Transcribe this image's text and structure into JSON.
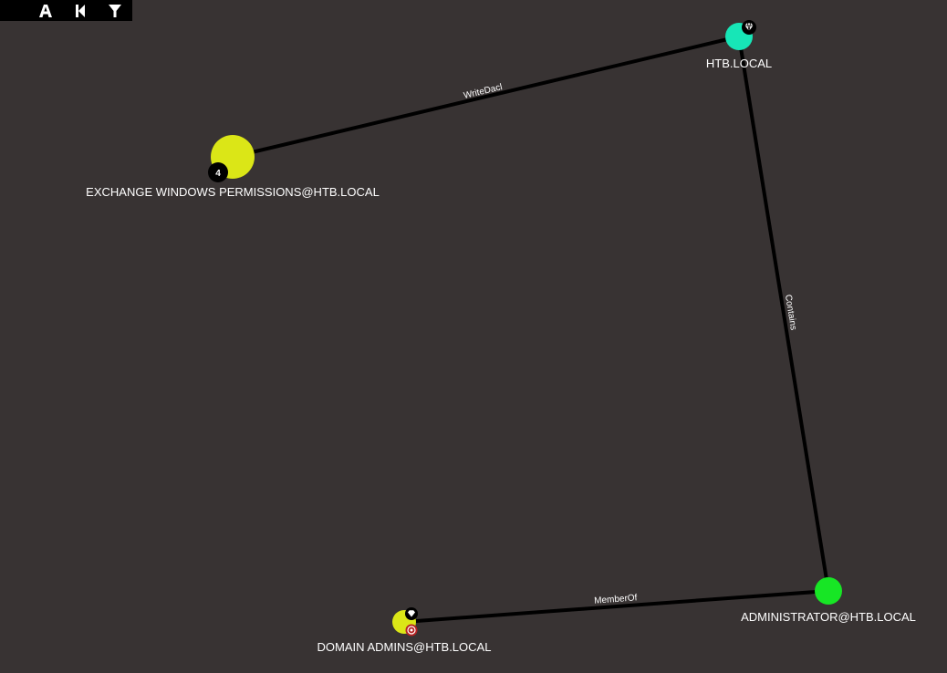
{
  "graph": {
    "nodes": {
      "htb_local": {
        "label": "HTB.LOCAL",
        "color": "#17e6b7",
        "icon": "high-value-diamond-icon"
      },
      "exchange_windows_permissions": {
        "label": "EXCHANGE WINDOWS PERMISSIONS@HTB.LOCAL",
        "color": "#dbe617",
        "badge": "4"
      },
      "administrator": {
        "label": "ADMINISTRATOR@HTB.LOCAL",
        "color": "#17e625"
      },
      "domain_admins": {
        "label": "DOMAIN ADMINS@HTB.LOCAL",
        "color": "#dbe617",
        "icon": "high-value-diamond-icon",
        "icon2": "target-icon"
      }
    },
    "edges": {
      "writedacl": {
        "label": "WriteDacl"
      },
      "contains": {
        "label": "Contains"
      },
      "memberof": {
        "label": "MemberOf"
      }
    }
  },
  "toolbar": {
    "buttons": [
      "layout-icon",
      "back-icon",
      "filter-icon"
    ]
  },
  "colors": {
    "background": "#383333",
    "edge": "#000000",
    "label": "#ffffff"
  }
}
